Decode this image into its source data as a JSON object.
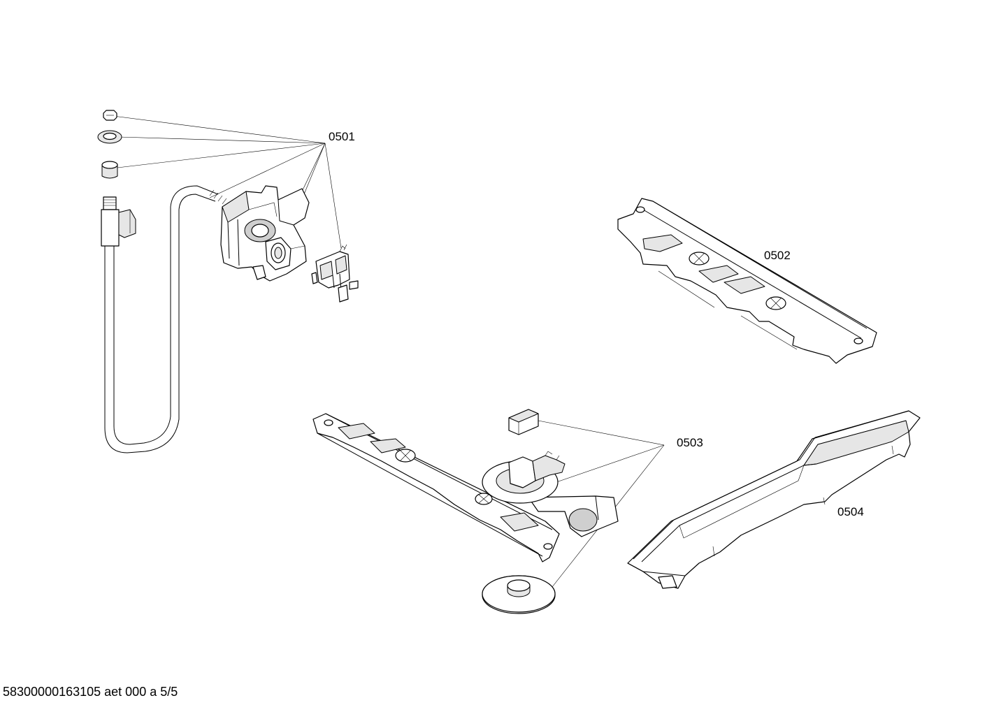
{
  "diagram": {
    "part_labels": {
      "p0501": "0501",
      "p0502": "0502",
      "p0503": "0503",
      "p0504": "0504"
    }
  },
  "footer": {
    "document_code": "58300000163105 aet 000 a 5/5"
  }
}
